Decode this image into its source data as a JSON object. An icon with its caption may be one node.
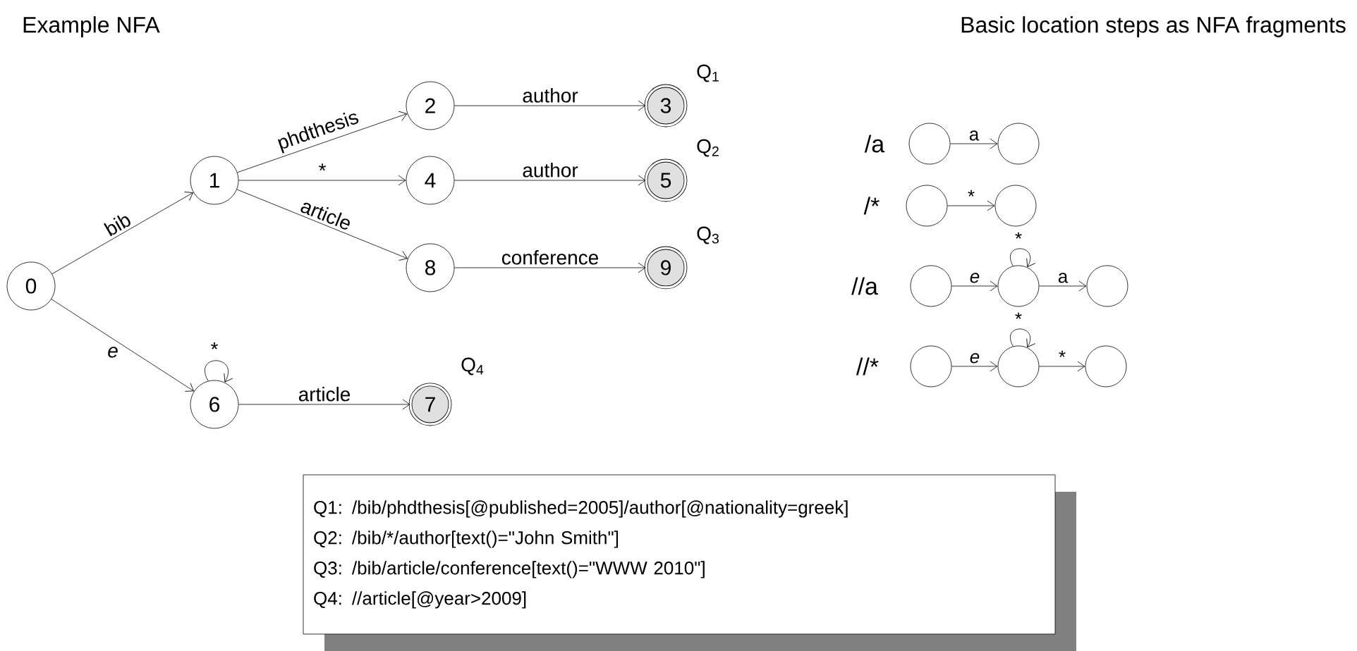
{
  "diagram": {
    "nodes": [
      {
        "text": [
          "0"
        ]
      },
      {
        "text": [
          "1"
        ]
      },
      {
        "text": [
          "2"
        ]
      },
      {
        "text": [
          "3"
        ],
        "beside": [
          "Q$_{1}$"
        ]
      },
      {
        "text": [
          "4"
        ]
      },
      {
        "text": [
          "5"
        ],
        "beside": [
          "Q$_{2}$"
        ]
      },
      {
        "text": [
          "8"
        ]
      },
      {
        "text": [
          "9"
        ],
        "beside": [
          "Q$_{3}$"
        ]
      },
      {
        "text": [
          "6"
        ]
      },
      {
        "text": [
          "7"
        ],
        "beside": [
          "Q$_{4}$"
        ]
      },
      {
        "text": [],
        "shape": "circle"
      },
      {
        "text": [],
        "shape": "circle"
      },
      {
        "text": [],
        "shape": "circle"
      },
      {
        "text": [],
        "shape": "circle"
      },
      {
        "text": [],
        "shape": "circle"
      },
      {
        "text": [],
        "shape": "circle"
      },
      {
        "text": [],
        "shape": "circle"
      },
      {
        "text": [],
        "shape": "circle"
      },
      {
        "text": [],
        "shape": "circle"
      },
      {
        "text": [],
        "shape": "circle"
      },
      {
        "text": [
          "Q1: /bib/phdthesis[@published=2005]/author[@nationality=greek]",
          "Q2: /bib/*/author[text()=\"John Smith\"]",
          "Q3: /bib/article/conference[text()=\"WWW 2010\"]",
          "Q4: //article[@year>2009]"
        ]
      }
    ],
    "edges": [
      {
        "from": 0,
        "to": 1,
        "arrow": "to",
        "label": "bib"
      },
      {
        "from": 0,
        "to": 8,
        "arrow": "to",
        "label": "e"
      },
      {
        "from": 1,
        "to": 2,
        "arrow": "to",
        "label": "phdthesis"
      },
      {
        "from": 1,
        "to": 4,
        "arrow": "to",
        "label": "*"
      },
      {
        "from": 1,
        "to": 6,
        "arrow": "to",
        "label": "article"
      },
      {
        "from": 2,
        "to": 3,
        "arrow": "to",
        "label": "author"
      },
      {
        "from": 4,
        "to": 5,
        "arrow": "to",
        "label": "author"
      },
      {
        "from": 6,
        "to": 7,
        "arrow": "to",
        "label": "conference"
      },
      {
        "from": 8,
        "to": 8,
        "arrow": "to",
        "label": "*"
      },
      {
        "from": 8,
        "to": 9,
        "arrow": "to",
        "label": "article"
      },
      {
        "from": 10,
        "to": 11,
        "arrow": "to",
        "label": "a"
      },
      {
        "from": 12,
        "to": 13,
        "arrow": "to",
        "label": "*"
      },
      {
        "from": 14,
        "to": 15,
        "arrow": "to",
        "label": "e"
      },
      {
        "from": 15,
        "to": 15,
        "arrow": "to",
        "label": "*"
      },
      {
        "from": 15,
        "to": 16,
        "arrow": "to",
        "label": "a"
      },
      {
        "from": 17,
        "to": 18,
        "arrow": "to",
        "label": "e"
      },
      {
        "from": 18,
        "to": 18,
        "arrow": "to",
        "label": "*"
      },
      {
        "from": 18,
        "to": 19,
        "arrow": "to",
        "label": "*"
      }
    ],
    "labels": [
      "Example NFA",
      "Basic location steps as NFA fragments",
      "/a",
      "/*",
      "//a",
      "//*"
    ]
  }
}
